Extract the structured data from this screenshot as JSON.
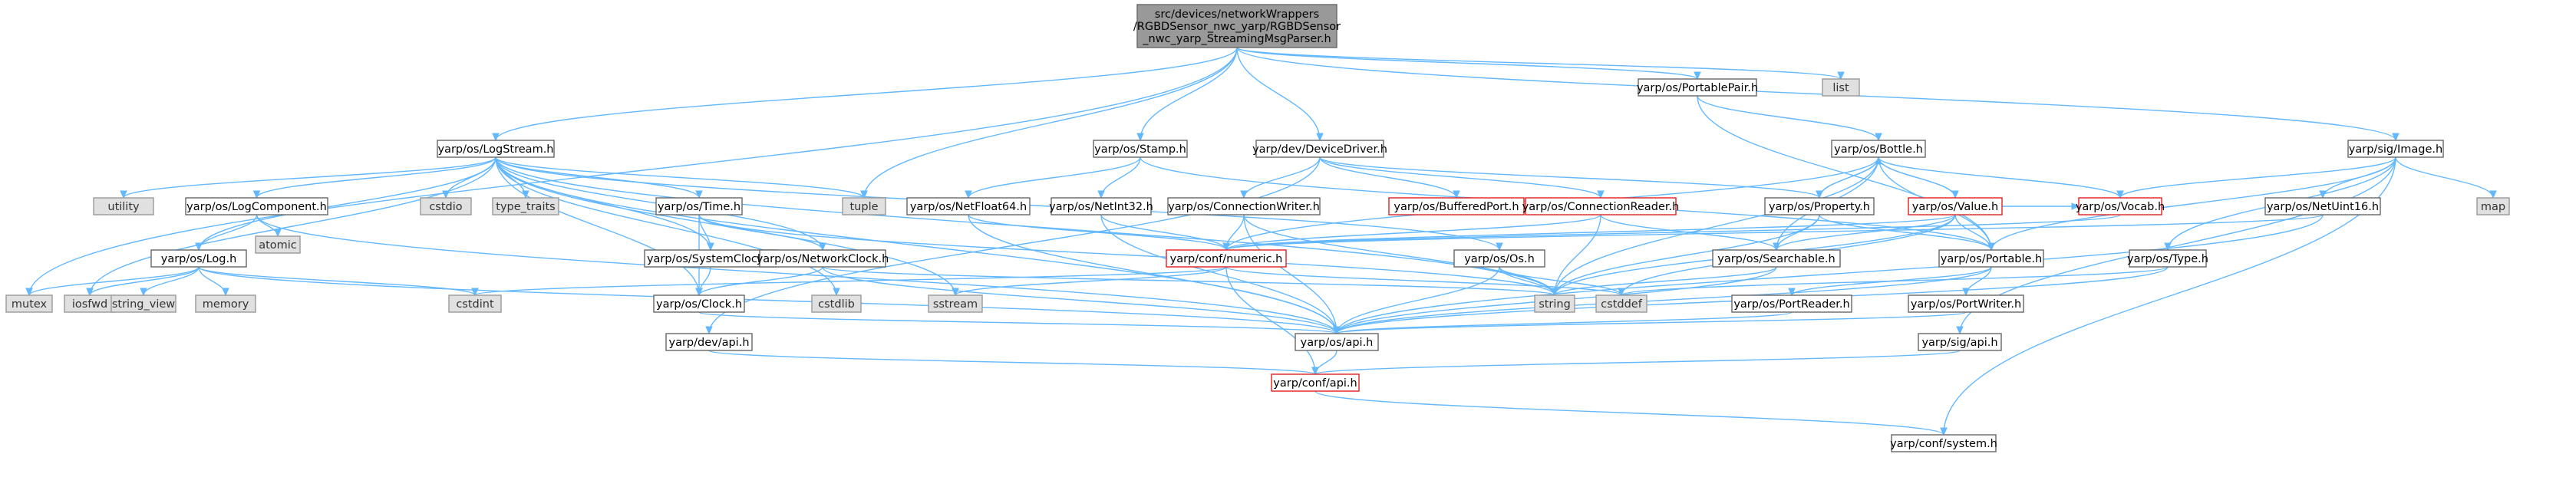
{
  "diagram": {
    "type": "include-dependency-graph",
    "colors": {
      "edge": "#63b8ff",
      "node_border": "#666666",
      "system_fill": "#e0e0e0",
      "highlight_border": "#e02020",
      "root_fill": "#999999"
    },
    "nodes": [
      {
        "id": "root",
        "kind": "root",
        "lines": [
          "src/devices/networkWrappers",
          "/RGBDSensor_nwc_yarp/RGBDSensor",
          "_nwc_yarp_StreamingMsgParser.h"
        ]
      },
      {
        "id": "list",
        "kind": "sys",
        "lines": [
          "list"
        ]
      },
      {
        "id": "portablepair",
        "kind": "normal",
        "lines": [
          "yarp/os/PortablePair.h"
        ]
      },
      {
        "id": "logstream",
        "kind": "normal",
        "lines": [
          "yarp/os/LogStream.h"
        ]
      },
      {
        "id": "stamp",
        "kind": "normal",
        "lines": [
          "yarp/os/Stamp.h"
        ]
      },
      {
        "id": "devicedriver",
        "kind": "normal",
        "lines": [
          "yarp/dev/DeviceDriver.h"
        ]
      },
      {
        "id": "image",
        "kind": "normal",
        "lines": [
          "yarp/sig/Image.h"
        ]
      },
      {
        "id": "bottle",
        "kind": "normal",
        "lines": [
          "yarp/os/Bottle.h"
        ]
      },
      {
        "id": "utility",
        "kind": "sys",
        "lines": [
          "utility"
        ]
      },
      {
        "id": "logcomponent",
        "kind": "normal",
        "lines": [
          "yarp/os/LogComponent.h"
        ]
      },
      {
        "id": "cstdio",
        "kind": "sys",
        "lines": [
          "cstdio"
        ]
      },
      {
        "id": "typetraits",
        "kind": "sys",
        "lines": [
          "type_traits"
        ]
      },
      {
        "id": "time",
        "kind": "normal",
        "lines": [
          "yarp/os/Time.h"
        ]
      },
      {
        "id": "tuple",
        "kind": "sys",
        "lines": [
          "tuple"
        ]
      },
      {
        "id": "netfloat64",
        "kind": "normal",
        "lines": [
          "yarp/os/NetFloat64.h"
        ]
      },
      {
        "id": "netint32",
        "kind": "normal",
        "lines": [
          "yarp/os/NetInt32.h"
        ]
      },
      {
        "id": "connwriter",
        "kind": "normal",
        "lines": [
          "yarp/os/ConnectionWriter.h"
        ]
      },
      {
        "id": "bufferedport",
        "kind": "red",
        "lines": [
          "yarp/os/BufferedPort.h"
        ]
      },
      {
        "id": "connreader",
        "kind": "red",
        "lines": [
          "yarp/os/ConnectionReader.h"
        ]
      },
      {
        "id": "property",
        "kind": "normal",
        "lines": [
          "yarp/os/Property.h"
        ]
      },
      {
        "id": "value",
        "kind": "red",
        "lines": [
          "yarp/os/Value.h"
        ]
      },
      {
        "id": "vocab",
        "kind": "red",
        "lines": [
          "yarp/os/Vocab.h"
        ]
      },
      {
        "id": "netuint16",
        "kind": "normal",
        "lines": [
          "yarp/os/NetUint16.h"
        ]
      },
      {
        "id": "map",
        "kind": "sys",
        "lines": [
          "map"
        ]
      },
      {
        "id": "atomic",
        "kind": "sys",
        "lines": [
          "atomic"
        ]
      },
      {
        "id": "log",
        "kind": "normal",
        "lines": [
          "yarp/os/Log.h"
        ]
      },
      {
        "id": "systemclock",
        "kind": "normal",
        "lines": [
          "yarp/os/SystemClock.h"
        ]
      },
      {
        "id": "networkclock",
        "kind": "normal",
        "lines": [
          "yarp/os/NetworkClock.h"
        ]
      },
      {
        "id": "numeric",
        "kind": "red",
        "lines": [
          "yarp/conf/numeric.h"
        ]
      },
      {
        "id": "os",
        "kind": "normal",
        "lines": [
          "yarp/os/Os.h"
        ]
      },
      {
        "id": "searchable",
        "kind": "normal",
        "lines": [
          "yarp/os/Searchable.h"
        ]
      },
      {
        "id": "portable",
        "kind": "normal",
        "lines": [
          "yarp/os/Portable.h"
        ]
      },
      {
        "id": "type",
        "kind": "normal",
        "lines": [
          "yarp/os/Type.h"
        ]
      },
      {
        "id": "mutex",
        "kind": "sys",
        "lines": [
          "mutex"
        ]
      },
      {
        "id": "iosfwd",
        "kind": "sys",
        "lines": [
          "iosfwd"
        ]
      },
      {
        "id": "stringview",
        "kind": "sys",
        "lines": [
          "string_view"
        ]
      },
      {
        "id": "memory",
        "kind": "sys",
        "lines": [
          "memory"
        ]
      },
      {
        "id": "cstdint",
        "kind": "sys",
        "lines": [
          "cstdint"
        ]
      },
      {
        "id": "cstdlib",
        "kind": "sys",
        "lines": [
          "cstdlib"
        ]
      },
      {
        "id": "sstream",
        "kind": "sys",
        "lines": [
          "sstream"
        ]
      },
      {
        "id": "string",
        "kind": "sys",
        "lines": [
          "string"
        ]
      },
      {
        "id": "cstddef",
        "kind": "sys",
        "lines": [
          "cstddef"
        ]
      },
      {
        "id": "clock",
        "kind": "normal",
        "lines": [
          "yarp/os/Clock.h"
        ]
      },
      {
        "id": "portreader",
        "kind": "normal",
        "lines": [
          "yarp/os/PortReader.h"
        ]
      },
      {
        "id": "portwriter",
        "kind": "normal",
        "lines": [
          "yarp/os/PortWriter.h"
        ]
      },
      {
        "id": "devapi",
        "kind": "normal",
        "lines": [
          "yarp/dev/api.h"
        ]
      },
      {
        "id": "osapi",
        "kind": "normal",
        "lines": [
          "yarp/os/api.h"
        ]
      },
      {
        "id": "sigapi",
        "kind": "normal",
        "lines": [
          "yarp/sig/api.h"
        ]
      },
      {
        "id": "confapi",
        "kind": "red",
        "lines": [
          "yarp/conf/api.h"
        ]
      },
      {
        "id": "system",
        "kind": "normal",
        "lines": [
          "yarp/conf/system.h"
        ]
      }
    ],
    "edges": [
      [
        "root",
        "list"
      ],
      [
        "root",
        "portablepair"
      ],
      [
        "root",
        "logstream"
      ],
      [
        "root",
        "stamp"
      ],
      [
        "root",
        "devicedriver"
      ],
      [
        "root",
        "image"
      ],
      [
        "root",
        "mutex"
      ],
      [
        "root",
        "tuple"
      ],
      [
        "portablepair",
        "bottle"
      ],
      [
        "portablepair",
        "portable"
      ],
      [
        "logstream",
        "utility"
      ],
      [
        "logstream",
        "logcomponent"
      ],
      [
        "logstream",
        "cstdio"
      ],
      [
        "logstream",
        "typetraits"
      ],
      [
        "logstream",
        "time"
      ],
      [
        "logstream",
        "tuple"
      ],
      [
        "logstream",
        "log"
      ],
      [
        "logstream",
        "iosfwd"
      ],
      [
        "logstream",
        "systemclock"
      ],
      [
        "logstream",
        "cstdlib"
      ],
      [
        "logstream",
        "sstream"
      ],
      [
        "logstream",
        "string"
      ],
      [
        "logstream",
        "osapi"
      ],
      [
        "logstream",
        "os"
      ],
      [
        "logstream",
        "clock"
      ],
      [
        "logstream",
        "networkclock"
      ],
      [
        "logcomponent",
        "atomic"
      ],
      [
        "logcomponent",
        "log"
      ],
      [
        "logcomponent",
        "osapi"
      ],
      [
        "log",
        "mutex"
      ],
      [
        "log",
        "iosfwd"
      ],
      [
        "log",
        "stringview"
      ],
      [
        "log",
        "memory"
      ],
      [
        "log",
        "cstdint"
      ],
      [
        "log",
        "osapi"
      ],
      [
        "time",
        "systemclock"
      ],
      [
        "time",
        "networkclock"
      ],
      [
        "time",
        "clock"
      ],
      [
        "time",
        "string"
      ],
      [
        "systemclock",
        "clock"
      ],
      [
        "networkclock",
        "clock"
      ],
      [
        "networkclock",
        "string"
      ],
      [
        "networkclock",
        "osapi"
      ],
      [
        "clock",
        "osapi"
      ],
      [
        "stamp",
        "netfloat64"
      ],
      [
        "stamp",
        "netint32"
      ],
      [
        "stamp",
        "portable"
      ],
      [
        "netfloat64",
        "numeric"
      ],
      [
        "netfloat64",
        "osapi"
      ],
      [
        "netint32",
        "numeric"
      ],
      [
        "netint32",
        "osapi"
      ],
      [
        "devicedriver",
        "connwriter"
      ],
      [
        "devicedriver",
        "bufferedport"
      ],
      [
        "devicedriver",
        "connreader"
      ],
      [
        "devicedriver",
        "property"
      ],
      [
        "devicedriver",
        "devapi"
      ],
      [
        "connwriter",
        "numeric"
      ],
      [
        "connwriter",
        "string"
      ],
      [
        "connwriter",
        "osapi"
      ],
      [
        "connreader",
        "numeric"
      ],
      [
        "connreader",
        "searchable"
      ],
      [
        "connreader",
        "string"
      ],
      [
        "bottle",
        "property"
      ],
      [
        "bottle",
        "value"
      ],
      [
        "bottle",
        "vocab"
      ],
      [
        "bottle",
        "searchable"
      ],
      [
        "bottle",
        "portable"
      ],
      [
        "bottle",
        "string"
      ],
      [
        "bottle",
        "numeric"
      ],
      [
        "property",
        "searchable"
      ],
      [
        "property",
        "portable"
      ],
      [
        "property",
        "string"
      ],
      [
        "property",
        "bottle"
      ],
      [
        "value",
        "searchable"
      ],
      [
        "value",
        "portable"
      ],
      [
        "value",
        "vocab"
      ],
      [
        "value",
        "bottle"
      ],
      [
        "value",
        "string"
      ],
      [
        "value",
        "cstddef"
      ],
      [
        "value",
        "numeric"
      ],
      [
        "searchable",
        "string"
      ],
      [
        "searchable",
        "osapi"
      ],
      [
        "portable",
        "portreader"
      ],
      [
        "portable",
        "portwriter"
      ],
      [
        "portable",
        "osapi"
      ],
      [
        "portreader",
        "osapi"
      ],
      [
        "portwriter",
        "osapi"
      ],
      [
        "vocab",
        "numeric"
      ],
      [
        "image",
        "vocab"
      ],
      [
        "image",
        "netuint16"
      ],
      [
        "image",
        "map"
      ],
      [
        "image",
        "type"
      ],
      [
        "image",
        "portable"
      ],
      [
        "image",
        "sigapi"
      ],
      [
        "image",
        "system"
      ],
      [
        "netuint16",
        "numeric"
      ],
      [
        "netuint16",
        "osapi"
      ],
      [
        "type",
        "osapi"
      ],
      [
        "type",
        "cstddef"
      ],
      [
        "numeric",
        "cstdint"
      ],
      [
        "numeric",
        "cstddef"
      ],
      [
        "numeric",
        "confapi"
      ],
      [
        "numeric",
        "sstream"
      ],
      [
        "os",
        "osapi"
      ],
      [
        "os",
        "string"
      ],
      [
        "os",
        "cstddef"
      ],
      [
        "osapi",
        "confapi"
      ],
      [
        "devapi",
        "confapi"
      ],
      [
        "sigapi",
        "confapi"
      ],
      [
        "confapi",
        "system"
      ]
    ]
  }
}
